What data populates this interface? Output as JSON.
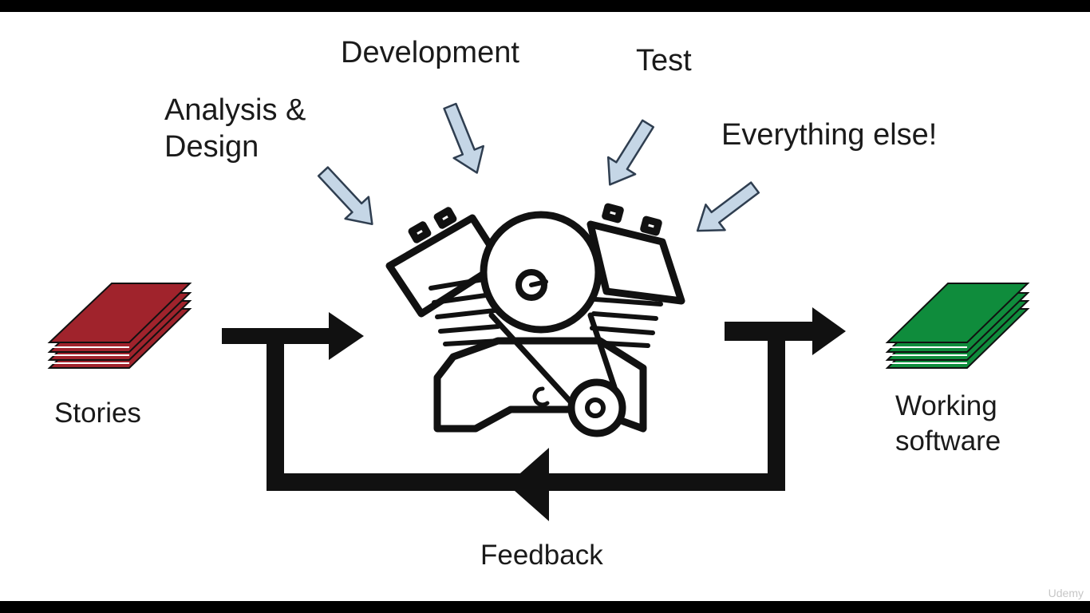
{
  "labels": {
    "analysis_line1": "Analysis &",
    "analysis_line2": "Design",
    "development": "Development",
    "test": "Test",
    "everything_else": "Everything else!",
    "stories": "Stories",
    "working_line1": "Working",
    "working_line2": "software",
    "feedback": "Feedback"
  },
  "watermark": "Udemy",
  "colors": {
    "stories_stack": "#a0232c",
    "software_stack": "#0f8c3c",
    "input_arrow_fill": "#c5d6e6",
    "input_arrow_stroke": "#2f3e50",
    "flow_arrow": "#111111"
  },
  "icons": {
    "engine": "v-twin-engine-icon",
    "stories": "stack-of-cards-icon",
    "software": "stack-of-cards-icon"
  }
}
